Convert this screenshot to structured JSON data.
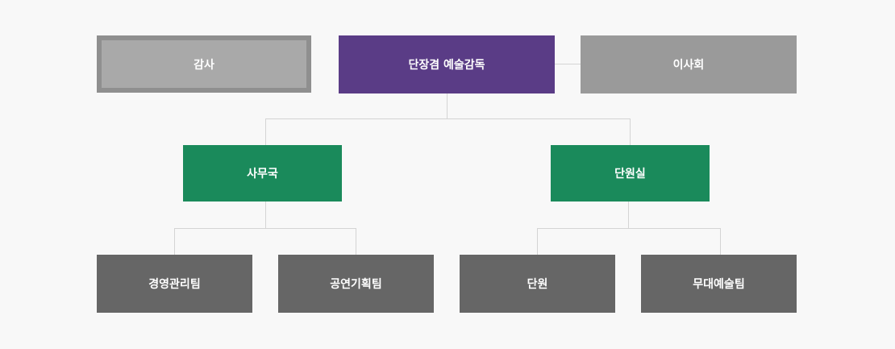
{
  "org": {
    "audit": "감사",
    "director": "단장겸 예술감독",
    "board": "이사회",
    "office": "사무국",
    "leader_office": "단원실",
    "office_teams": [
      "경영관리팀",
      "공연기획팀"
    ],
    "leader_teams": [
      "단원",
      "무대예술팀"
    ]
  },
  "colors": {
    "background": "#f8f8f8",
    "director": "#5a3c86",
    "department": "#1a8a5b",
    "team": "#666666",
    "audit": "#a9a9a9",
    "audit_border": "#8f8f8f",
    "board": "#9a9a9a",
    "connector": "#d4d4d4"
  }
}
